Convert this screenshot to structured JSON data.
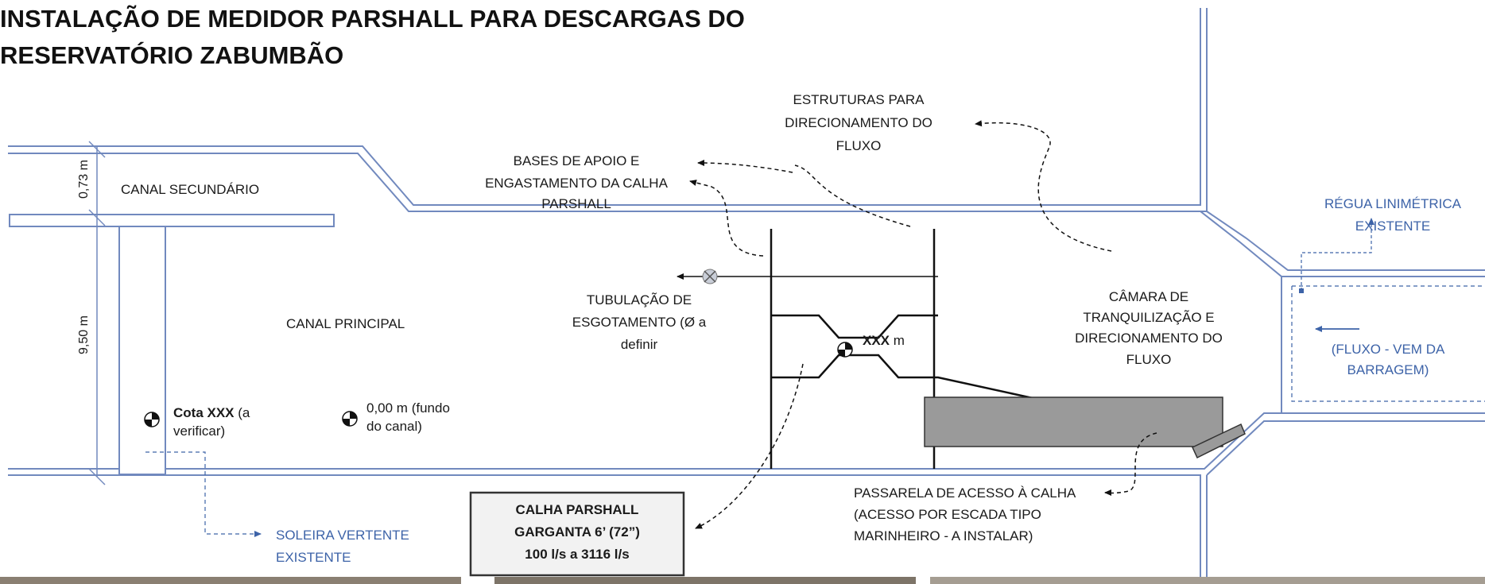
{
  "title": {
    "line1": "INSTALAÇÃO DE MEDIDOR PARSHALL PARA DESCARGAS DO",
    "line2": "RESERVATÓRIO ZABUMBÃO"
  },
  "dimensions": {
    "secondary_width": "0,73 m",
    "principal_width": "9,50 m"
  },
  "labels": {
    "canal_secundario": "CANAL SECUNDÁRIO",
    "canal_principal": "CANAL PRINCIPAL",
    "estruturas": [
      "ESTRUTURAS PARA",
      "DIRECIONAMENTO DO",
      "FLUXO"
    ],
    "bases": [
      "BASES DE APOIO E",
      "ENGASTAMENTO DA CALHA",
      "PARSHALL"
    ],
    "tubulacao": [
      "TUBULAÇÃO DE",
      "ESGOTAMENTO (Ø a",
      "definir"
    ],
    "camara": [
      "CÂMARA DE",
      "TRANQUILIZAÇÃO E",
      "DIRECIONAMENTO DO",
      "FLUXO"
    ],
    "regua": [
      "RÉGUA LINIMÉTRICA",
      "EXISTENTE"
    ],
    "fluxo": [
      "(FLUXO - VEM DA",
      "BARRAGEM)"
    ],
    "soleira": [
      "SOLEIRA VERTENTE",
      "EXISTENTE"
    ],
    "passarela": [
      "PASSARELA DE ACESSO À CALHA",
      "(ACESSO POR ESCADA TIPO",
      "MARINHEIRO - A INSTALAR)"
    ]
  },
  "elevations": {
    "cota_bold": "Cota XXX",
    "cota_rest_1": " (a",
    "cota_rest_2": "verificar)",
    "fundo_1": "0,00 m (fundo",
    "fundo_2": "do canal)",
    "garganta_bold": "XXX",
    "garganta_rest": " m"
  },
  "calha_box": {
    "line1": "CALHA PARSHALL",
    "line2": "GARGANTA 6’ (72”)",
    "line3": "100 l/s a 3116 l/s"
  },
  "colors": {
    "canal_lines": "#7189be",
    "blue_text": "#3d63a8",
    "structure_fill": "#9a9a9a",
    "box_fill": "#f2f2f2"
  }
}
